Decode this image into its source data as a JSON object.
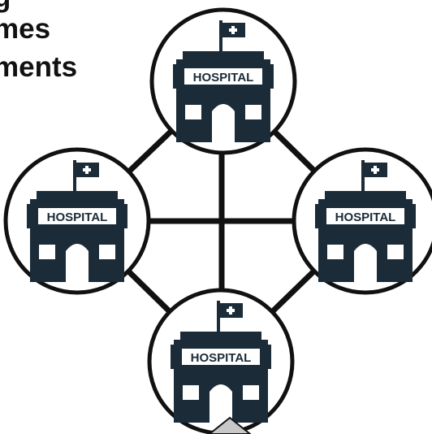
{
  "header": {
    "lines": [
      "g",
      "mes",
      "ments"
    ]
  },
  "nodes": [
    {
      "sign": "HOSPITAL",
      "icon": "hospital-icon"
    },
    {
      "sign": "HOSPITAL",
      "icon": "hospital-icon"
    },
    {
      "sign": "HOSPITAL",
      "icon": "hospital-icon"
    },
    {
      "sign": "HOSPITAL",
      "icon": "hospital-icon"
    }
  ],
  "colors": {
    "building": "#1b2b38",
    "ring": "#111111",
    "edge": "#111111",
    "pointer": "#c8c8c8"
  }
}
